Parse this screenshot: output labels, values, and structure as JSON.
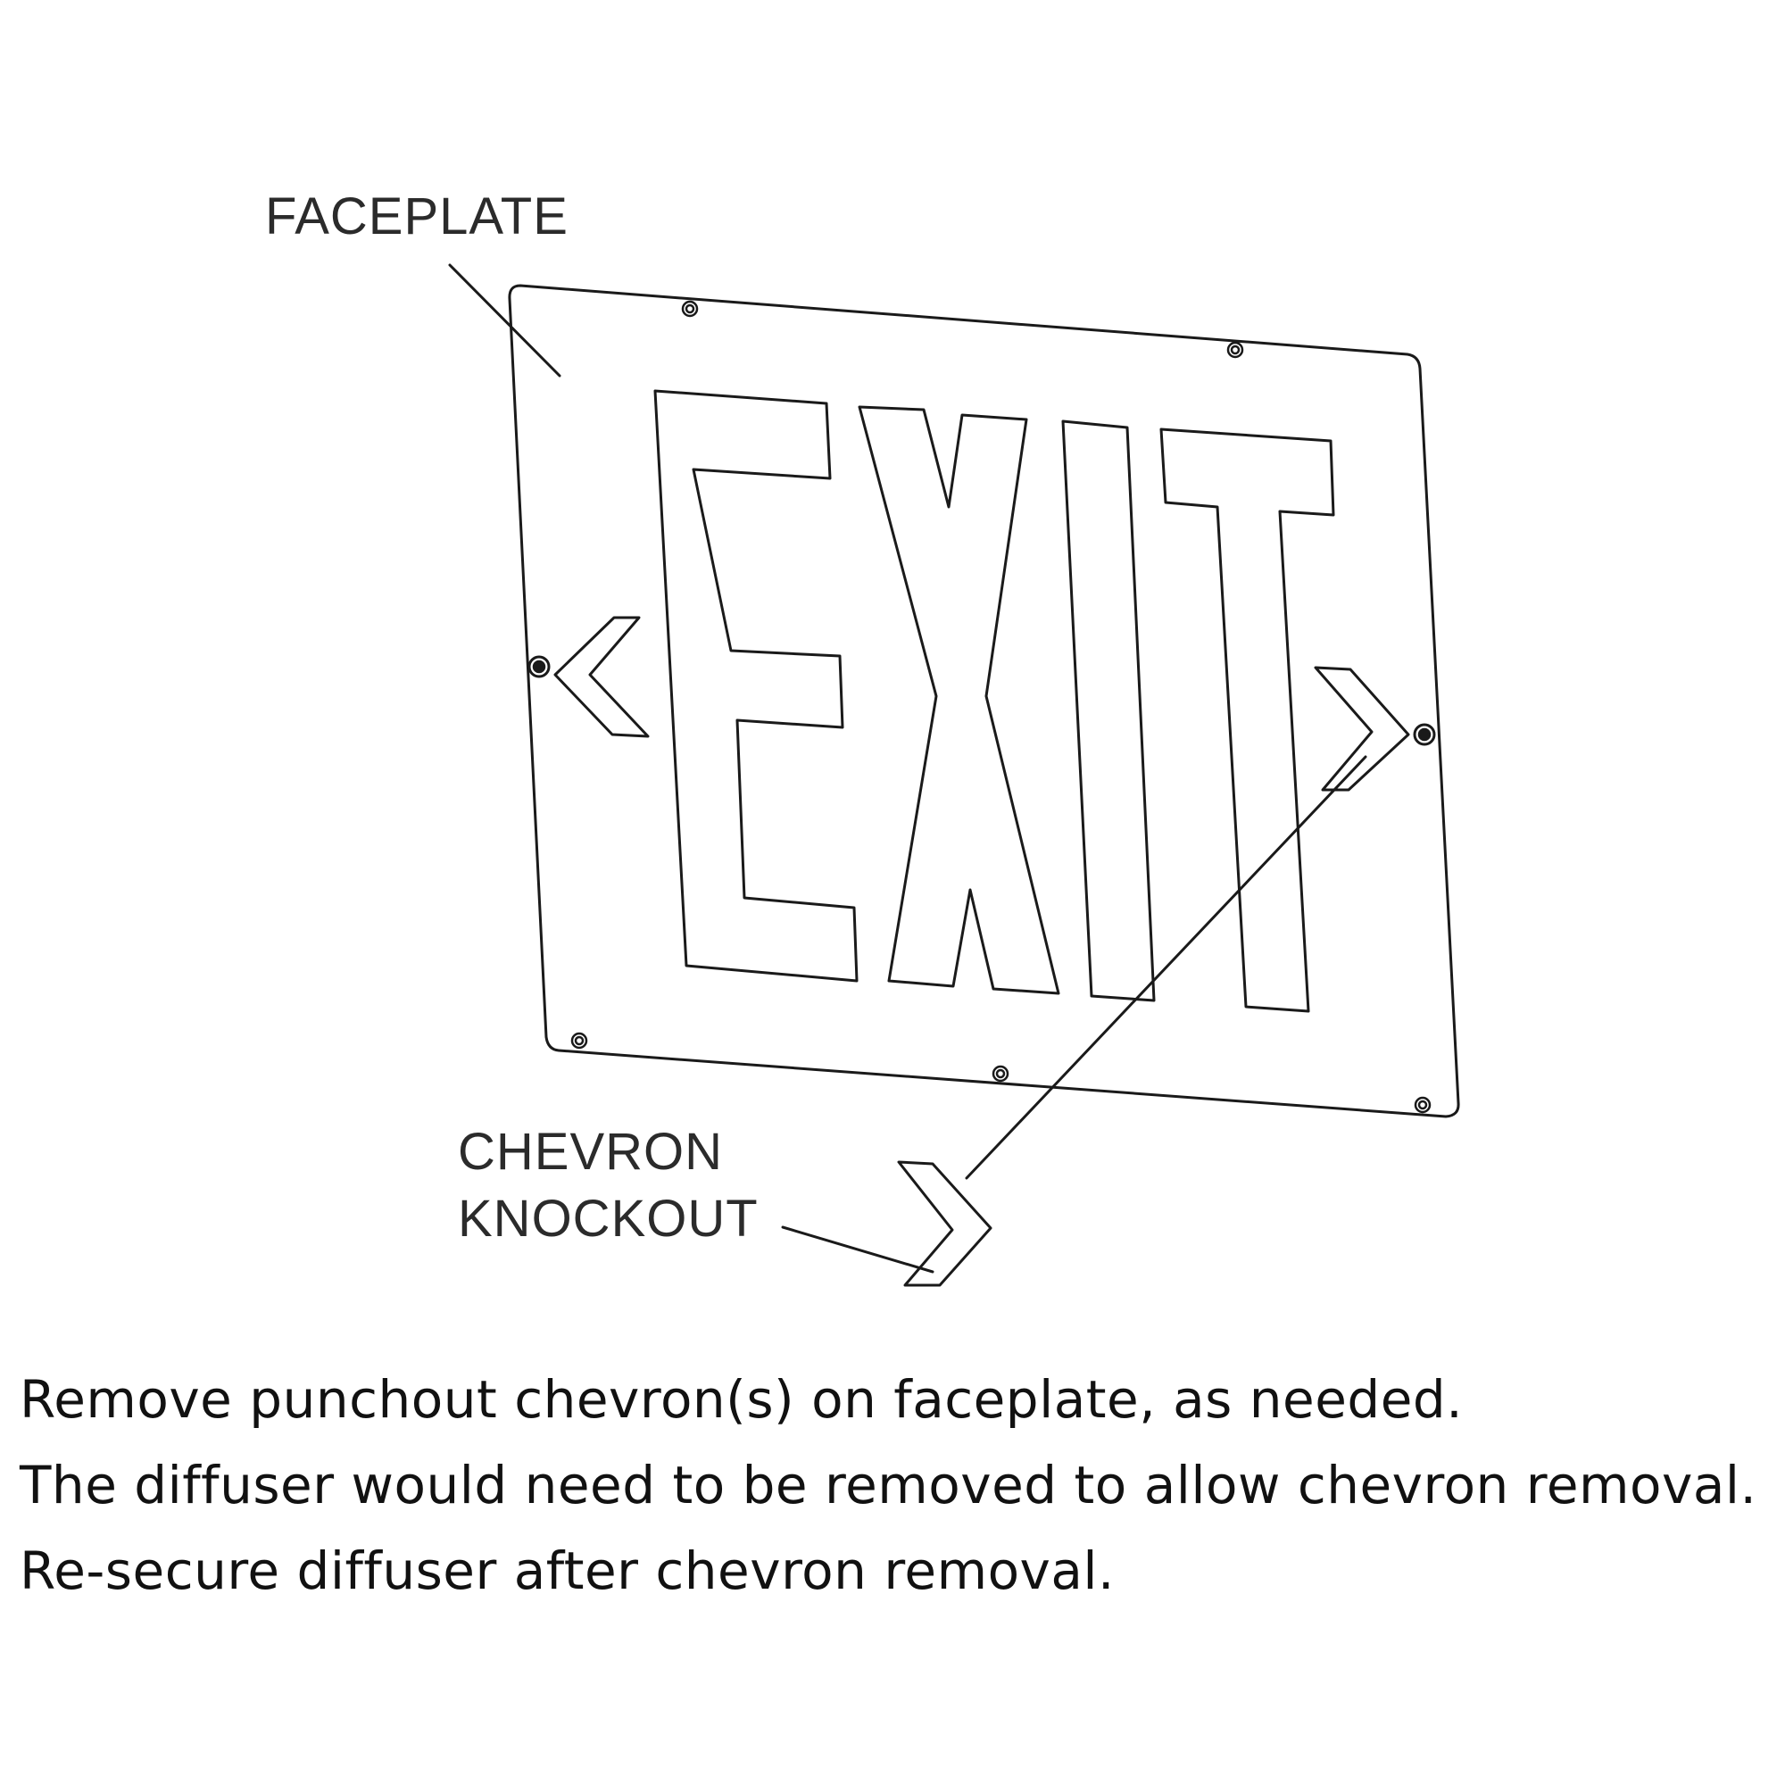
{
  "labels": {
    "faceplate": "FACEPLATE",
    "chevron_line1": "CHEVRON",
    "chevron_line2": "KNOCKOUT"
  },
  "sign_text": "EXIT",
  "instructions": [
    "Remove punchout chevron(s) on faceplate, as needed.",
    "The diffuser would need to be removed to allow chevron removal.",
    "Re-secure diffuser after chevron removal."
  ],
  "colors": {
    "line": "#1a1a1a",
    "background": "#ffffff",
    "text": "#111111"
  }
}
